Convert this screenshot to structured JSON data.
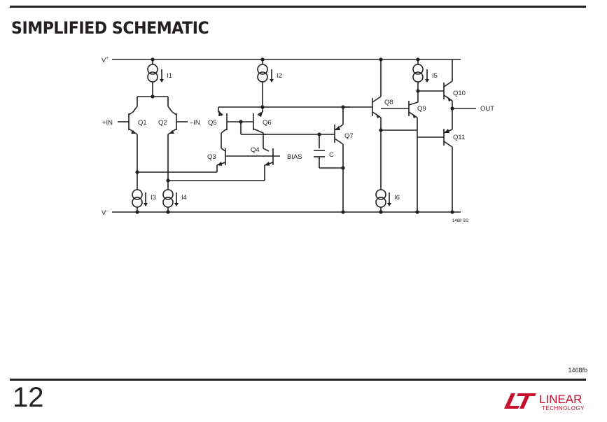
{
  "header": {
    "title": "SIMPLIFIED SCHEMATIC"
  },
  "schematic": {
    "rails": {
      "vplus": "V",
      "vplus_sup": "+",
      "vminus": "V",
      "vminus_sup": "–"
    },
    "inputs": {
      "pos": "+IN",
      "neg": "–IN"
    },
    "transistors": [
      "Q1",
      "Q2",
      "Q3",
      "Q4",
      "Q5",
      "Q6",
      "Q7",
      "Q8",
      "Q9",
      "Q10",
      "Q11"
    ],
    "sources": [
      "I1",
      "I2",
      "I3",
      "I4",
      "I5",
      "I6"
    ],
    "bias": "BIAS",
    "cap": "C",
    "output": "OUT",
    "figure_id": "1468 SS"
  },
  "footer": {
    "doc_number": "1468fb",
    "page_number": "12",
    "logo_word": "LINEAR",
    "logo_sub": "TECHNOLOGY"
  },
  "colors": {
    "ink": "#231f20",
    "logo": "#c8102e"
  }
}
